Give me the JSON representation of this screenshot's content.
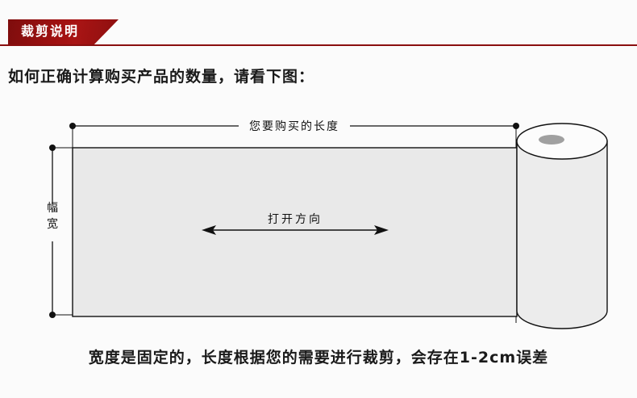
{
  "header": {
    "tab_label": "裁剪说明",
    "accent_color": "#9e1010",
    "rule_color": "#8a0f0f"
  },
  "intro": {
    "text": "如何正确计算购买产品的数量，请看下图："
  },
  "diagram": {
    "top_dimension_label": "您要购买的长度",
    "left_dimension_label": "幅宽",
    "direction_label": "打开方向",
    "sheet_fill": "#e9e9e9",
    "roll_body_fill": "#ececec",
    "roll_top_fill": "#fcfcfc",
    "roll_core_fill": "#a0a0a0",
    "line_color": "#111111"
  },
  "footer": {
    "text": "宽度是固定的，长度根据您的需要进行裁剪，会存在1-2cm误差"
  }
}
